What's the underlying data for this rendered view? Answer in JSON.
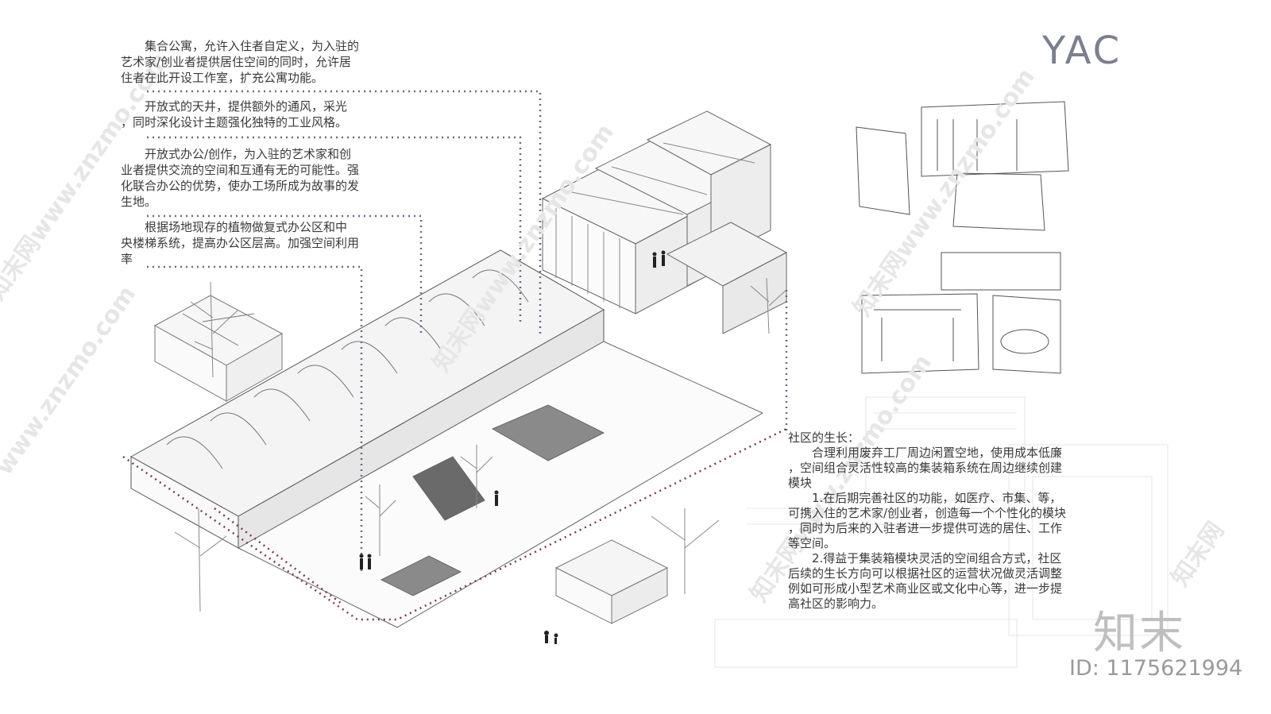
{
  "title": "YAC",
  "annotations": [
    {
      "lines": [
        "　　集合公寓，允许入住者自定义，为入驻的",
        "艺术家/创业者提供居住空间的同时，允许居",
        "住者在此开设工作室，扩充公寓功能。"
      ]
    },
    {
      "lines": [
        "　　开放式的天井，提供额外的通风，采光",
        "，同时深化设计主题强化独特的工业风格。"
      ]
    },
    {
      "lines": [
        "　　开放式办公/创作，为入驻的艺术家和创",
        "业者提供交流的空间和互通有无的可能性。强",
        "化联合办公的优势，使办工场所成为故事的发",
        "生地。"
      ]
    },
    {
      "lines": [
        "　　根据场地现存的植物做复式办公区和中",
        "央楼梯系统，提高办公区层高。加强空间利用",
        "率"
      ]
    }
  ],
  "community": {
    "lines": [
      "社区的生长：",
      "　　合理利用废弃工厂周边闲置空地，使用成本低廉",
      "，空间组合灵活性较高的集装箱系统在周边继续创建",
      "模块",
      "　　1.在后期完善社区的功能，如医疗、市集、等，",
      "可携入住的艺术家/创业者，创造每一个个性化的模块",
      "，同时为后来的入驻者进一步提供可选的居住、工作",
      "等空间。",
      "　　2.得益于集装箱模块灵活的空间组合方式，社区",
      "后续的生长方向可以根据社区的运营状况做灵活调整",
      "例如可形成小型艺术商业区或文化中心等，进一步提",
      "高社区的影响力。"
    ]
  },
  "logo": "知末",
  "id_label": "ID: 1175621994",
  "colors": {
    "dotted_line": "#6a6a8a",
    "walkway": "#7a3a4a",
    "title": "#7b7f8f"
  }
}
